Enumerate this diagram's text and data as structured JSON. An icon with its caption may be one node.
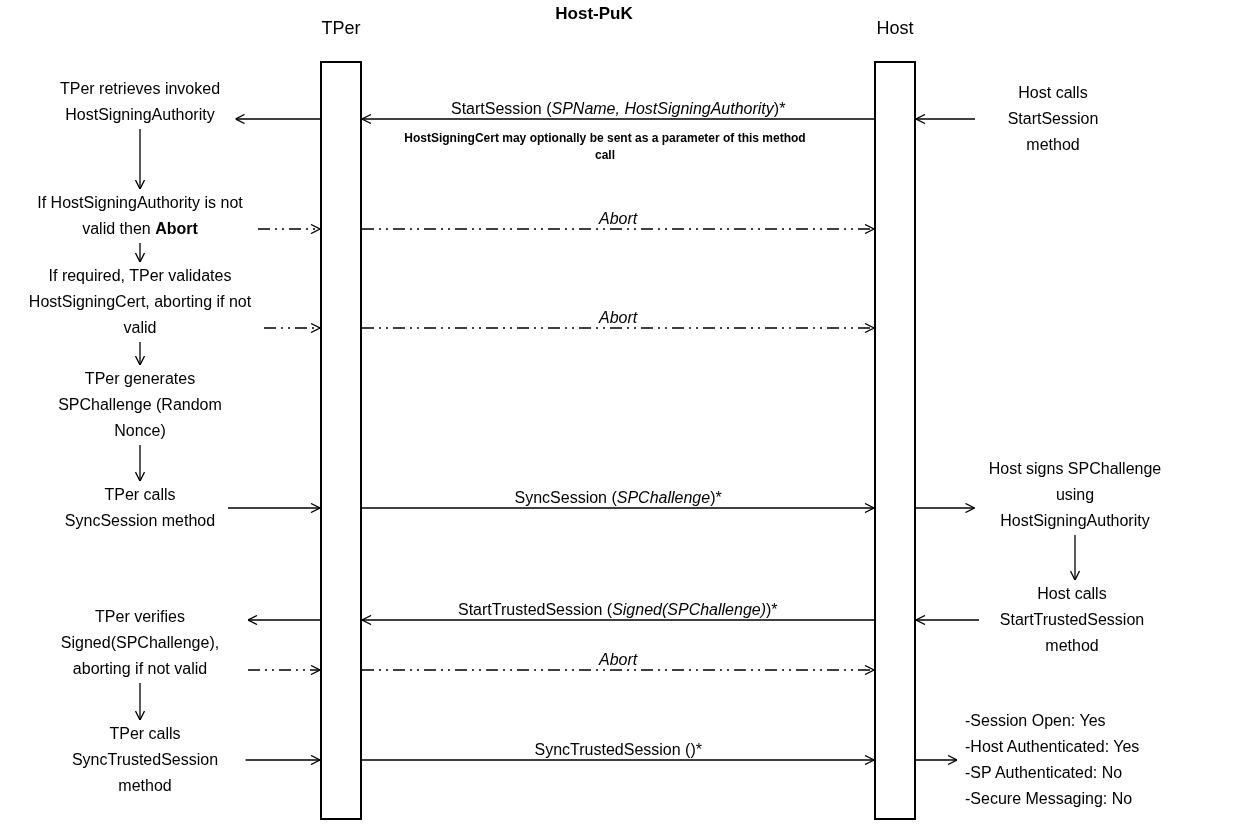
{
  "diagram": {
    "title": "Host-PuK",
    "nodes": [
      {
        "text": [
          "TPer"
        ]
      },
      {
        "text": [
          "Host"
        ]
      },
      {
        "text": [
          "TPer retrieves invoked HostSigningAuthority"
        ]
      },
      {
        "text": [
          "If HostSigningAuthority is not valid then **Abort**"
        ]
      },
      {
        "text": [
          "If required, TPer validates HostSigningCert, aborting if not valid"
        ]
      },
      {
        "text": [
          "TPer generates SPChallenge (Random Nonce)"
        ]
      },
      {
        "text": [
          "TPer calls SyncSession method"
        ]
      },
      {
        "text": [
          "TPer verifies Signed(SPChallenge), aborting if not valid"
        ]
      },
      {
        "text": [
          "TPer calls SyncTrustedSession method"
        ]
      },
      {
        "text": [
          "Host calls StartSession method"
        ]
      },
      {
        "text": [
          "Host signs SPChallenge using HostSigningAuthority"
        ]
      },
      {
        "text": [
          "Host calls StartTrustedSession method"
        ]
      },
      {
        "text": [
          "-Session Open: Yes",
          "-Host Authenticated: Yes",
          "-SP Authenticated:  No",
          "-Secure Messaging:  No"
        ]
      }
    ],
    "edges": [
      {
        "from": 9,
        "to": 1,
        "arrow": "to"
      },
      {
        "from": 1,
        "to": 0,
        "arrow": "to",
        "label": "StartSession (*SPName, HostSigningAuthority*)*"
      },
      {
        "from": 0,
        "to": 2,
        "arrow": "to"
      },
      {
        "from": 2,
        "to": 3,
        "arrow": "to"
      },
      {
        "from": 3,
        "to": 0,
        "arrow": "to",
        "style": "dashed"
      },
      {
        "from": 0,
        "to": 1,
        "arrow": "to",
        "style": "dashed",
        "label": "Abort"
      },
      {
        "from": 3,
        "to": 4,
        "arrow": "to"
      },
      {
        "from": 4,
        "to": 0,
        "arrow": "to",
        "style": "dashed"
      },
      {
        "from": 0,
        "to": 1,
        "arrow": "to",
        "style": "dashed",
        "label": "Abort"
      },
      {
        "from": 4,
        "to": 5,
        "arrow": "to"
      },
      {
        "from": 5,
        "to": 6,
        "arrow": "to"
      },
      {
        "from": 6,
        "to": 0,
        "arrow": "to"
      },
      {
        "from": 0,
        "to": 1,
        "arrow": "to",
        "label": "SyncSession (*SPChallenge*)*"
      },
      {
        "from": 1,
        "to": 10,
        "arrow": "to"
      },
      {
        "from": 10,
        "to": 11,
        "arrow": "to"
      },
      {
        "from": 11,
        "to": 1,
        "arrow": "to"
      },
      {
        "from": 1,
        "to": 0,
        "arrow": "to",
        "label": "StartTrustedSession (*Signed(SPChallenge)*)*"
      },
      {
        "from": 0,
        "to": 7,
        "arrow": "to"
      },
      {
        "from": 7,
        "to": 0,
        "arrow": "to",
        "style": "dashed"
      },
      {
        "from": 0,
        "to": 1,
        "arrow": "to",
        "style": "dashed",
        "label": "Abort"
      },
      {
        "from": 7,
        "to": 8,
        "arrow": "to"
      },
      {
        "from": 8,
        "to": 0,
        "arrow": "to"
      },
      {
        "from": 0,
        "to": 1,
        "arrow": "to",
        "label": "SyncTrustedSession ()*"
      },
      {
        "from": 1,
        "to": 12,
        "arrow": "to"
      }
    ],
    "labels": [
      "HostSigningCert may optionally be sent as a parameter of this method call"
    ]
  }
}
